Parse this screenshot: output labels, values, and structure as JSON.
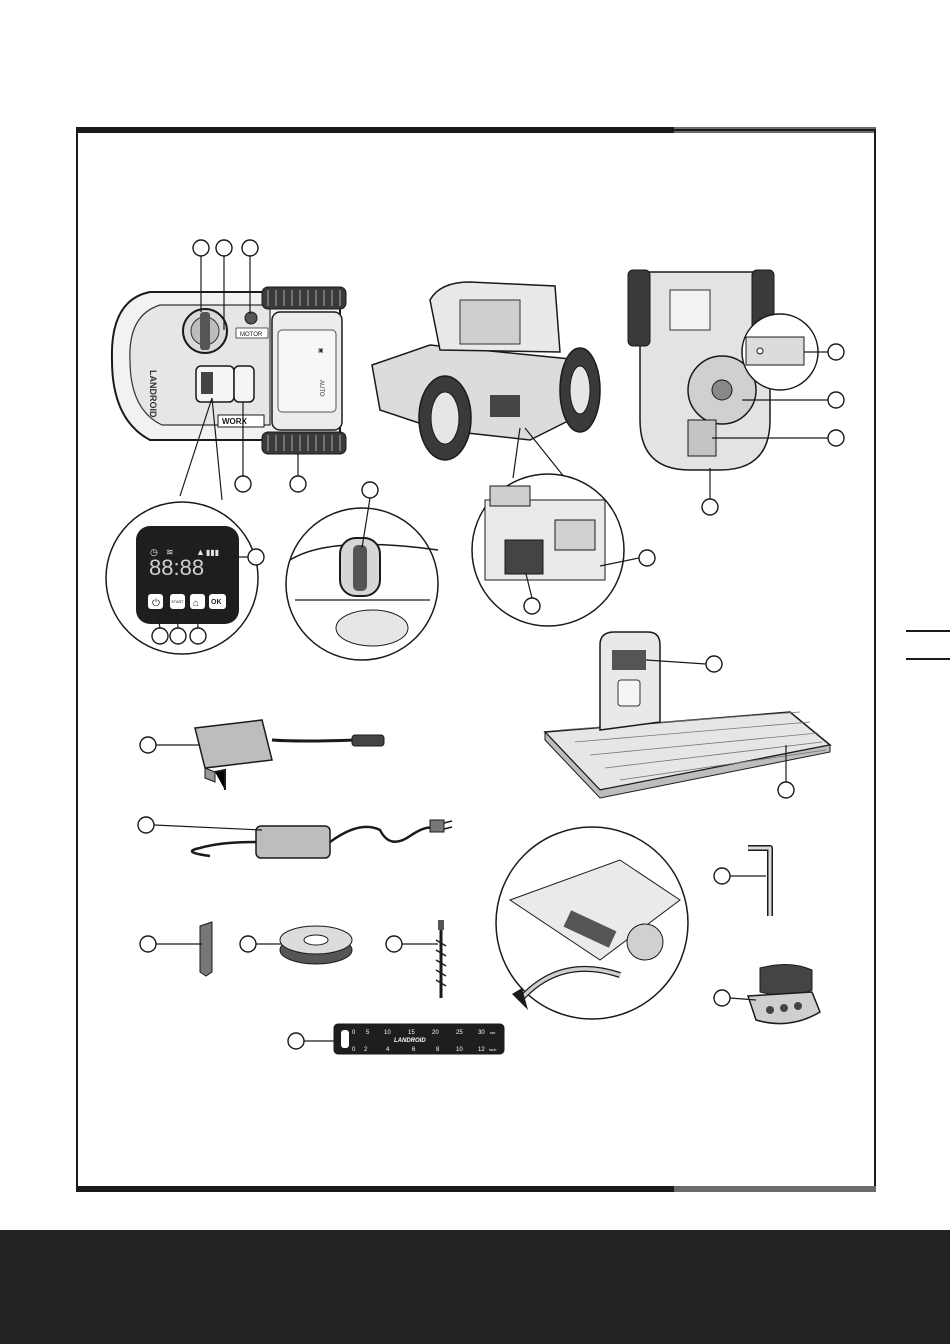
{
  "colors": {
    "ink": "#1a1a1a",
    "footer": "#222222",
    "rule_grey": "#6b6b6b",
    "display_bg": "#1e1e1e",
    "paper": "#ffffff"
  },
  "mower": {
    "brand_text": "LANDROID",
    "model_badge": "WORX",
    "rain_sensor_text": "MOTOR",
    "logo_small": "WORX"
  },
  "display": {
    "digits": "88:88",
    "battery": "▮▮▮",
    "buttons": {
      "power": "⏻",
      "start": "START",
      "home": "⌂",
      "ok": "OK"
    }
  },
  "ruler": {
    "brand": "LANDROID",
    "top_ticks": [
      "0",
      "5",
      "10",
      "15",
      "20",
      "25",
      "30"
    ],
    "bottom_ticks": [
      "0",
      "2",
      "4",
      "6",
      "8",
      "10",
      "12"
    ],
    "top_unit": "cm",
    "bottom_unit": "inch"
  },
  "icons": [
    "power-icon",
    "home-icon",
    "wifi-icon",
    "lock-icon",
    "battery-icon",
    "curved-arrow-icon"
  ]
}
